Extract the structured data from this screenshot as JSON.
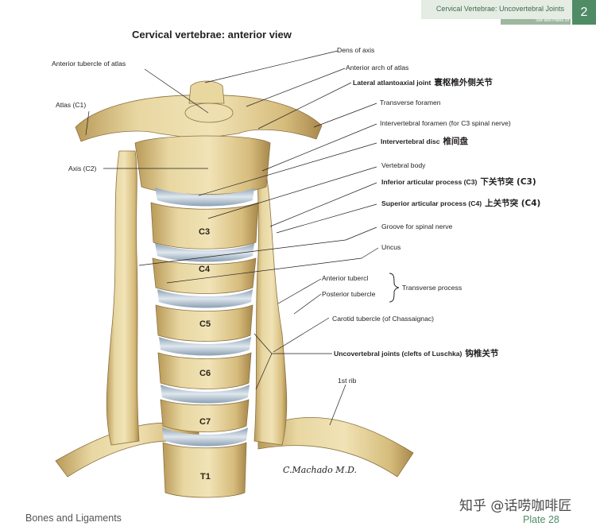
{
  "header": {
    "running_title": "Cervical Vertebrae: Uncovertebral Joints",
    "sub_ref": "See also Plates 29",
    "chapter_number": "2"
  },
  "figure_title": "Cervical vertebrae: anterior view",
  "labels": {
    "dens": "Dens of axis",
    "ant_tubercle_atlas": "Anterior tubercle of atlas",
    "ant_arch_atlas": "Anterior arch of atlas",
    "lat_atlantoaxial": "Lateral atlantoaxial joint",
    "lat_atlantoaxial_cn": "寰枢椎外侧关节",
    "atlas": "Atlas (C1)",
    "transverse_foramen": "Transverse foramen",
    "interv_foramen": "Intervertebral foramen (for C3 spinal nerve)",
    "interv_disc": "Intervertebral disc",
    "interv_disc_cn": "椎间盘",
    "axis": "Axis (C2)",
    "vertebral_body": "Vertebral body",
    "inf_articular": "Inferior articular process (C3)",
    "inf_articular_cn": "下关节突 (C3)",
    "sup_articular": "Superior articular process (C4)",
    "sup_articular_cn": "上关节突 (C4)",
    "groove": "Groove for spinal nerve",
    "uncus": "Uncus",
    "ant_tubercle": "Anterior tubercl",
    "post_tubercle": "Posterior tubercle",
    "transverse_process": "Transverse process",
    "carotid": "Carotid tubercle (of Chassaignac)",
    "uncovertebral": "Uncovertebral joints (clefts of Luschka)",
    "uncovertebral_cn": "钩椎关节",
    "first_rib": "1st rib"
  },
  "vertebra_labels": [
    "C3",
    "C4",
    "C5",
    "C6",
    "C7",
    "T1"
  ],
  "signature": "C.Machado M.D.",
  "footer": {
    "section": "Bones and Ligaments",
    "plate": "Plate 28"
  },
  "watermark": "知乎 @话唠咖啡匠",
  "colors": {
    "accent": "#4f8c65",
    "bone": "#e6d39a",
    "bone_shadow": "#a88a4c",
    "disc": "#b9c9d6"
  }
}
